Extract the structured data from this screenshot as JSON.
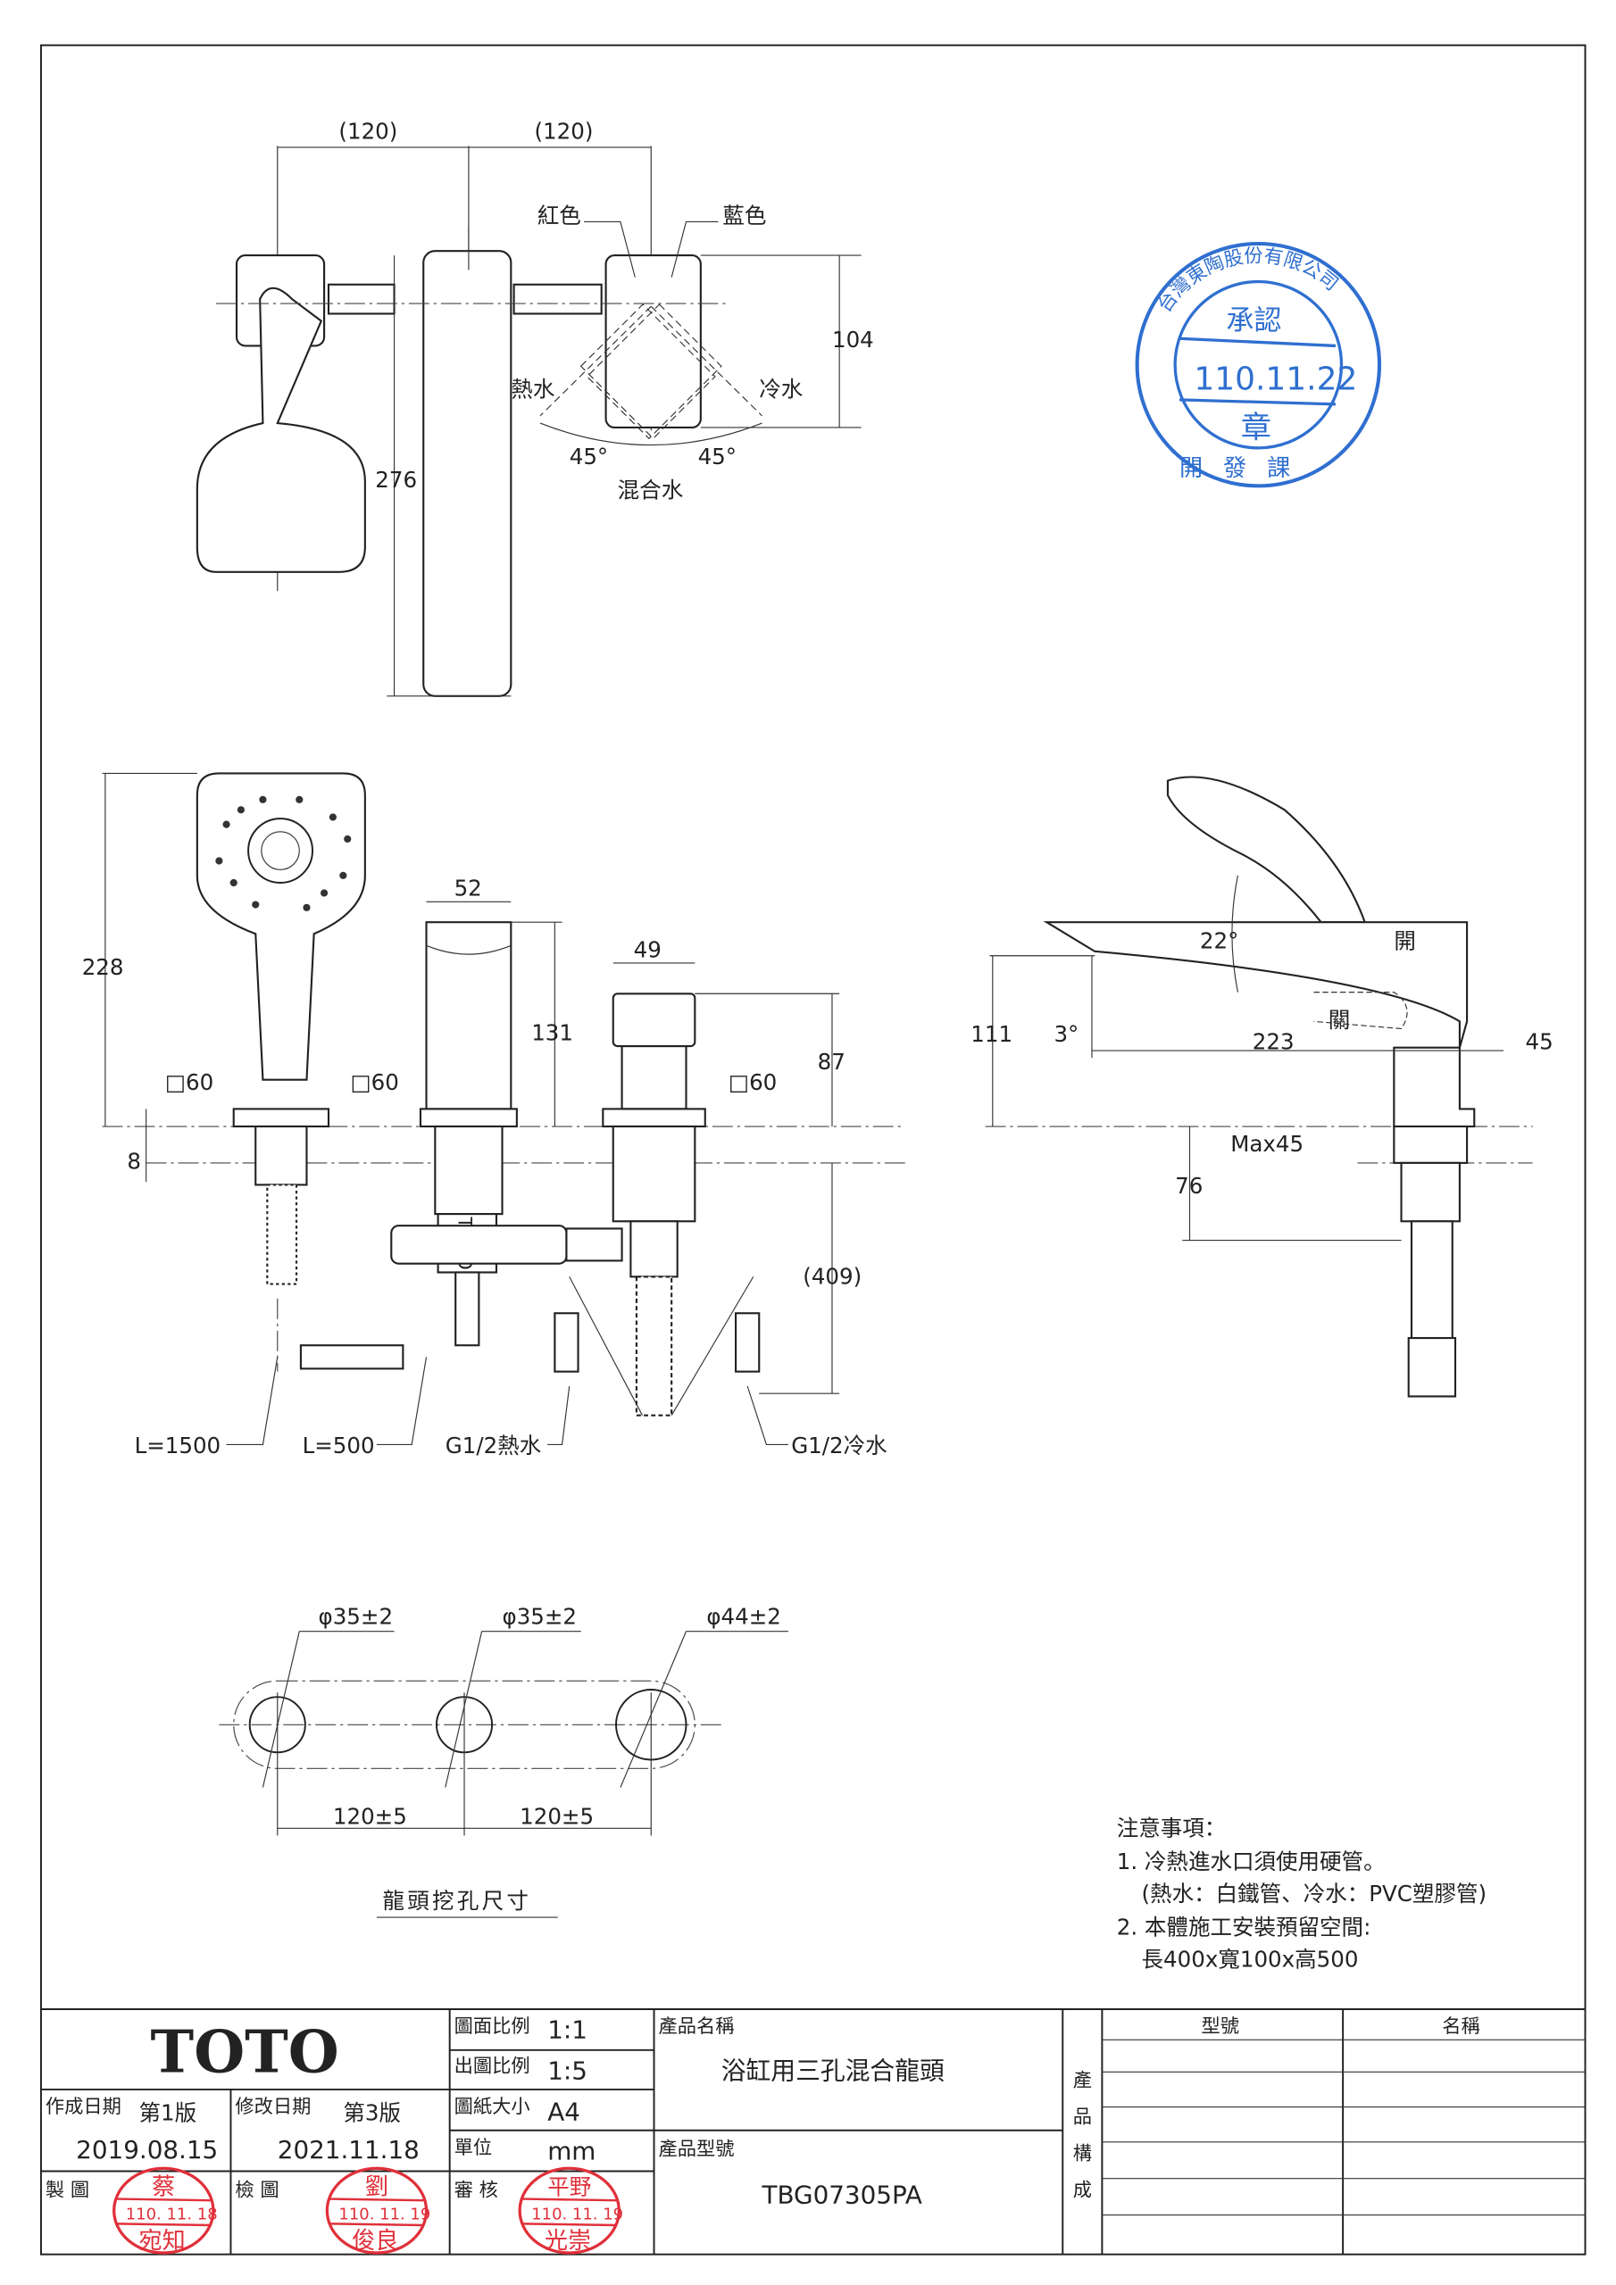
{
  "top_view": {
    "dim_left": "(120)",
    "dim_right": "(120)",
    "red_label": "紅色",
    "blue_label": "藍色",
    "dim_height": "104",
    "hot_label": "熱水",
    "cold_label": "冷水",
    "angle_left": "45°",
    "angle_right": "45°",
    "mixed_label": "混合水",
    "dim_spout": "276"
  },
  "front_view": {
    "dim_spout_width": "52",
    "dim_handle_width": "49",
    "dim_shower_height": "228",
    "dim_spout_height": "131",
    "dim_handle_height": "87",
    "square_1": "□60",
    "square_2": "□60",
    "square_3": "□60",
    "dim_deck": "8",
    "dim_below": "(409)",
    "hose_length": "L=1500",
    "pipe_length": "L=500",
    "hot_inlet": "G1/2熱水",
    "cold_inlet": "G1/2冷水"
  },
  "side_view": {
    "angle_open": "22°",
    "open_label": "開",
    "dim_height": "111",
    "angle_spout": "3°",
    "dim_reach": "223",
    "close_label": "關",
    "dim_right": "45",
    "max_thickness": "Max45",
    "dim_below": "76"
  },
  "hole_layout": {
    "hole_1": "φ35±2",
    "hole_2": "φ35±2",
    "hole_3": "φ44±2",
    "spacing_1": "120±5",
    "spacing_2": "120±5",
    "caption": "龍頭挖孔尺寸"
  },
  "notes": {
    "title": "注意事項：",
    "lines": [
      "1. 冷熱進水口須使用硬管。",
      "(熱水：白鐵管、冷水：PVC塑膠管)",
      "2. 本體施工安裝預留空間:",
      "長400x寬100x高500"
    ]
  },
  "approval_stamp": {
    "company": "台灣東陶股份有限公司",
    "top": "承認",
    "date": "110.11.22",
    "bottom": "章",
    "dept": "開發課"
  },
  "title_block": {
    "logo": "TOTO",
    "drawing_scale_label": "圖面比例",
    "drawing_scale": "1:1",
    "output_scale_label": "出圖比例",
    "output_scale": "1:5",
    "paper_size_label": "圖紙大小",
    "paper_size": "A4",
    "unit_label": "單位",
    "unit": "mm",
    "created_label": "作成日期",
    "created_version": "第1版",
    "created_date": "2019.08.15",
    "revised_label": "修改日期",
    "revised_version": "第3版",
    "revised_date": "2021.11.18",
    "drawn_label": "製 圖",
    "checked_label": "檢 圖",
    "reviewed_label": "審 核",
    "drawn_stamp": {
      "name_top": "蔡",
      "date": "110. 11. 18",
      "name": "宛知"
    },
    "checked_stamp": {
      "name_top": "劉",
      "date": "110. 11. 19",
      "name": "俊良"
    },
    "reviewed_stamp": {
      "name_top": "平野",
      "date": "110. 11. 19",
      "name": "光崇"
    },
    "product_name_label": "產品名稱",
    "product_name": "浴缸用三孔混合龍頭",
    "product_model_label": "產品型號",
    "product_model": "TBG07305PA",
    "composition_label": [
      "產",
      "品",
      "構",
      "成"
    ],
    "col_model": "型號",
    "col_name": "名稱"
  }
}
